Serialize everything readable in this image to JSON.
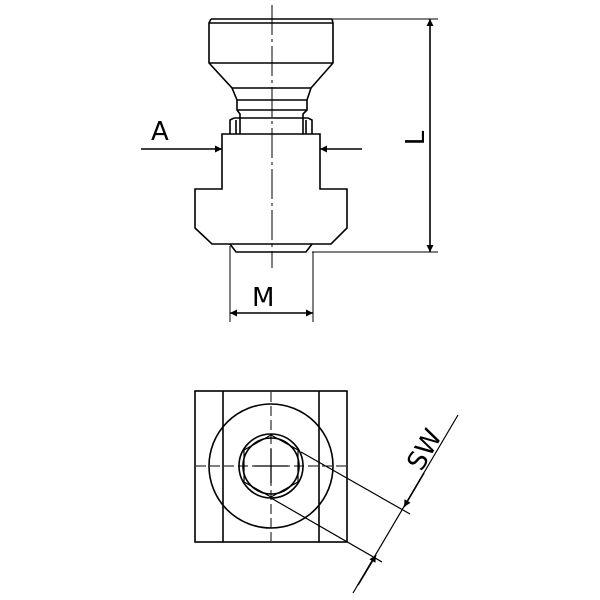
{
  "labels": {
    "a": "A",
    "l": "L",
    "m": "M",
    "sw": "SW"
  },
  "colors": {
    "line": "#000000",
    "background": "#ffffff"
  }
}
